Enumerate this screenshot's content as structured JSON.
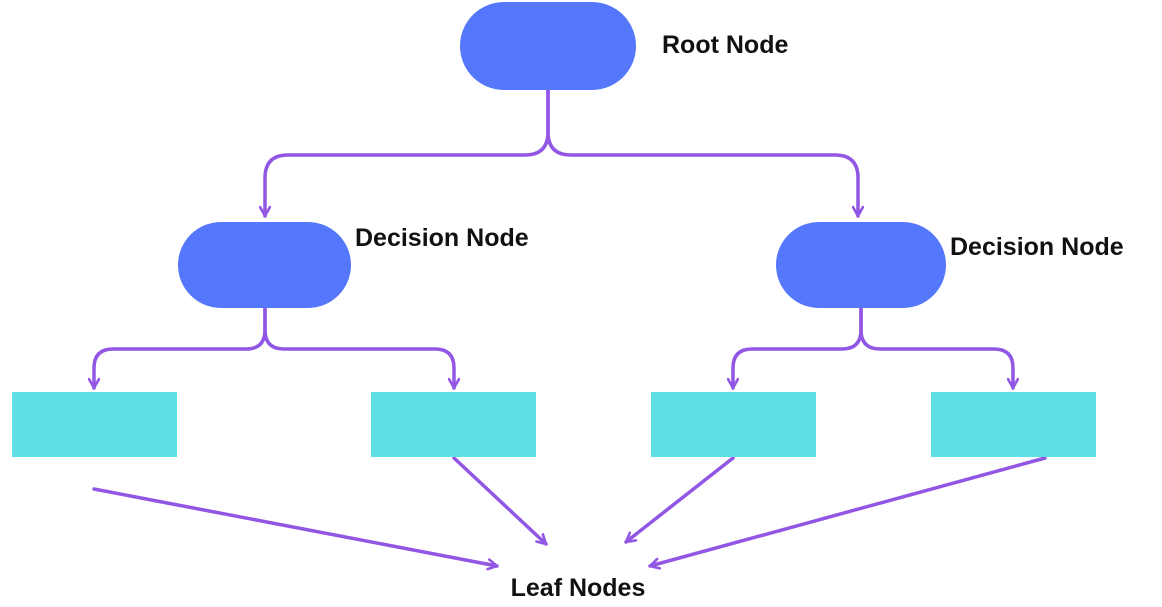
{
  "labels": {
    "root": "Root Node",
    "decision_left": "Decision Node",
    "decision_right": "Decision Node",
    "leaf": "Leaf Nodes"
  },
  "colors": {
    "decision_fill": "#5577fb",
    "leaf_fill": "#5ee0e4",
    "connector": "#9156e3",
    "text": "#111111",
    "background": "#ffffff"
  }
}
